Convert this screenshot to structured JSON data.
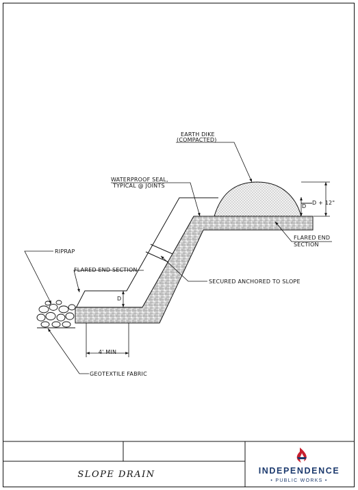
{
  "drawing": {
    "labels": {
      "earth_dike_1": "EARTH DIKE",
      "earth_dike_2": "(COMPACTED)",
      "waterproof_1": "WATERPROOF SEAL,",
      "waterproof_2": "TYPICAL @ JOINTS",
      "d_plus_12": "D + 12\"",
      "d_right": "D",
      "flared_end_right_1": "FLARED END",
      "flared_end_right_2": "SECTION",
      "riprap": "RIPRAP",
      "flared_end_left": "FLARED END SECTION",
      "secured": "SECURED ANCHORED TO SLOPE",
      "d_left": "D",
      "min_4": "4' MIN",
      "geotextile": "GEOTEXTILE FABRIC"
    }
  },
  "title_block": {
    "title": "SLOPE DRAIN",
    "brand_name": "INDEPENDENCE",
    "brand_sub": "• PUBLIC WORKS •"
  }
}
